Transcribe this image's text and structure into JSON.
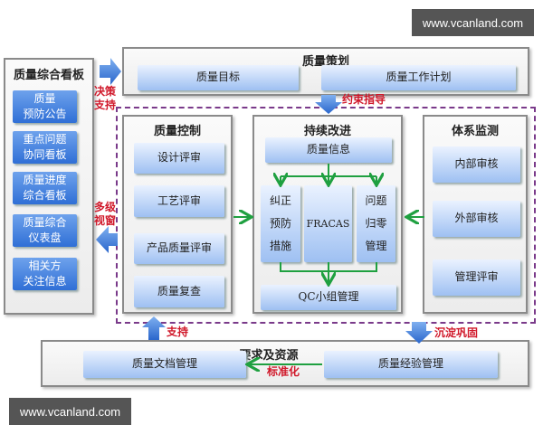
{
  "watermark": "www.vcanland.com",
  "left_panel": {
    "title": "质量综合看板",
    "items": [
      "质量\n预防公告",
      "重点问题\n协同看板",
      "质量进度\n综合看板",
      "质量综合\n仪表盘",
      "相关方\n关注信息"
    ]
  },
  "planning": {
    "title": "质量策划",
    "items": [
      "质量目标",
      "质量工作计划"
    ]
  },
  "control": {
    "title": "质量控制",
    "items": [
      "设计评审",
      "工艺评审",
      "产品质量评审",
      "质量复查"
    ]
  },
  "improvement": {
    "title": "持续改进",
    "info": "质量信息",
    "items": [
      "纠正\n预防\n措施",
      "FRACAS",
      "问题\n归零\n管理"
    ],
    "qc": "QC小组管理"
  },
  "monitoring": {
    "title": "体系监测",
    "items": [
      "内部审核",
      "外部审核",
      "管理评审"
    ]
  },
  "resources": {
    "title": "要求及资源",
    "items": [
      "质量文档管理",
      "质量经验管理"
    ]
  },
  "labels": {
    "decision": "决策\n支持",
    "constraint": "约束指导",
    "multiview": "多级\n视窗",
    "support": "支持",
    "settle": "沉淀巩固",
    "standardize": "标准化"
  },
  "colors": {
    "arrow_blue": "#3a78d8",
    "green": "#1fa040",
    "red_label": "#d0182a",
    "dashed_border": "#7a3a8a"
  }
}
